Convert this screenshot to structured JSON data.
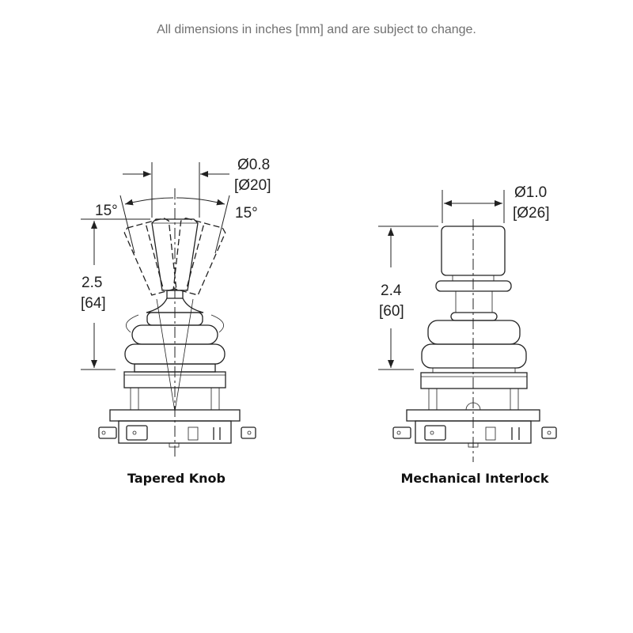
{
  "note": "All dimensions in inches [mm] and are subject to change.",
  "left": {
    "label": "Tapered Knob",
    "diameter_in": "Ø0.8",
    "diameter_mm": "[Ø20]",
    "height_in": "2.5",
    "height_mm": "[64]",
    "angle_left": "15°",
    "angle_right": "15°"
  },
  "right": {
    "label": "Mechanical Interlock",
    "diameter_in": "Ø1.0",
    "diameter_mm": "[Ø26]",
    "height_in": "2.4",
    "height_mm": "[60]"
  }
}
